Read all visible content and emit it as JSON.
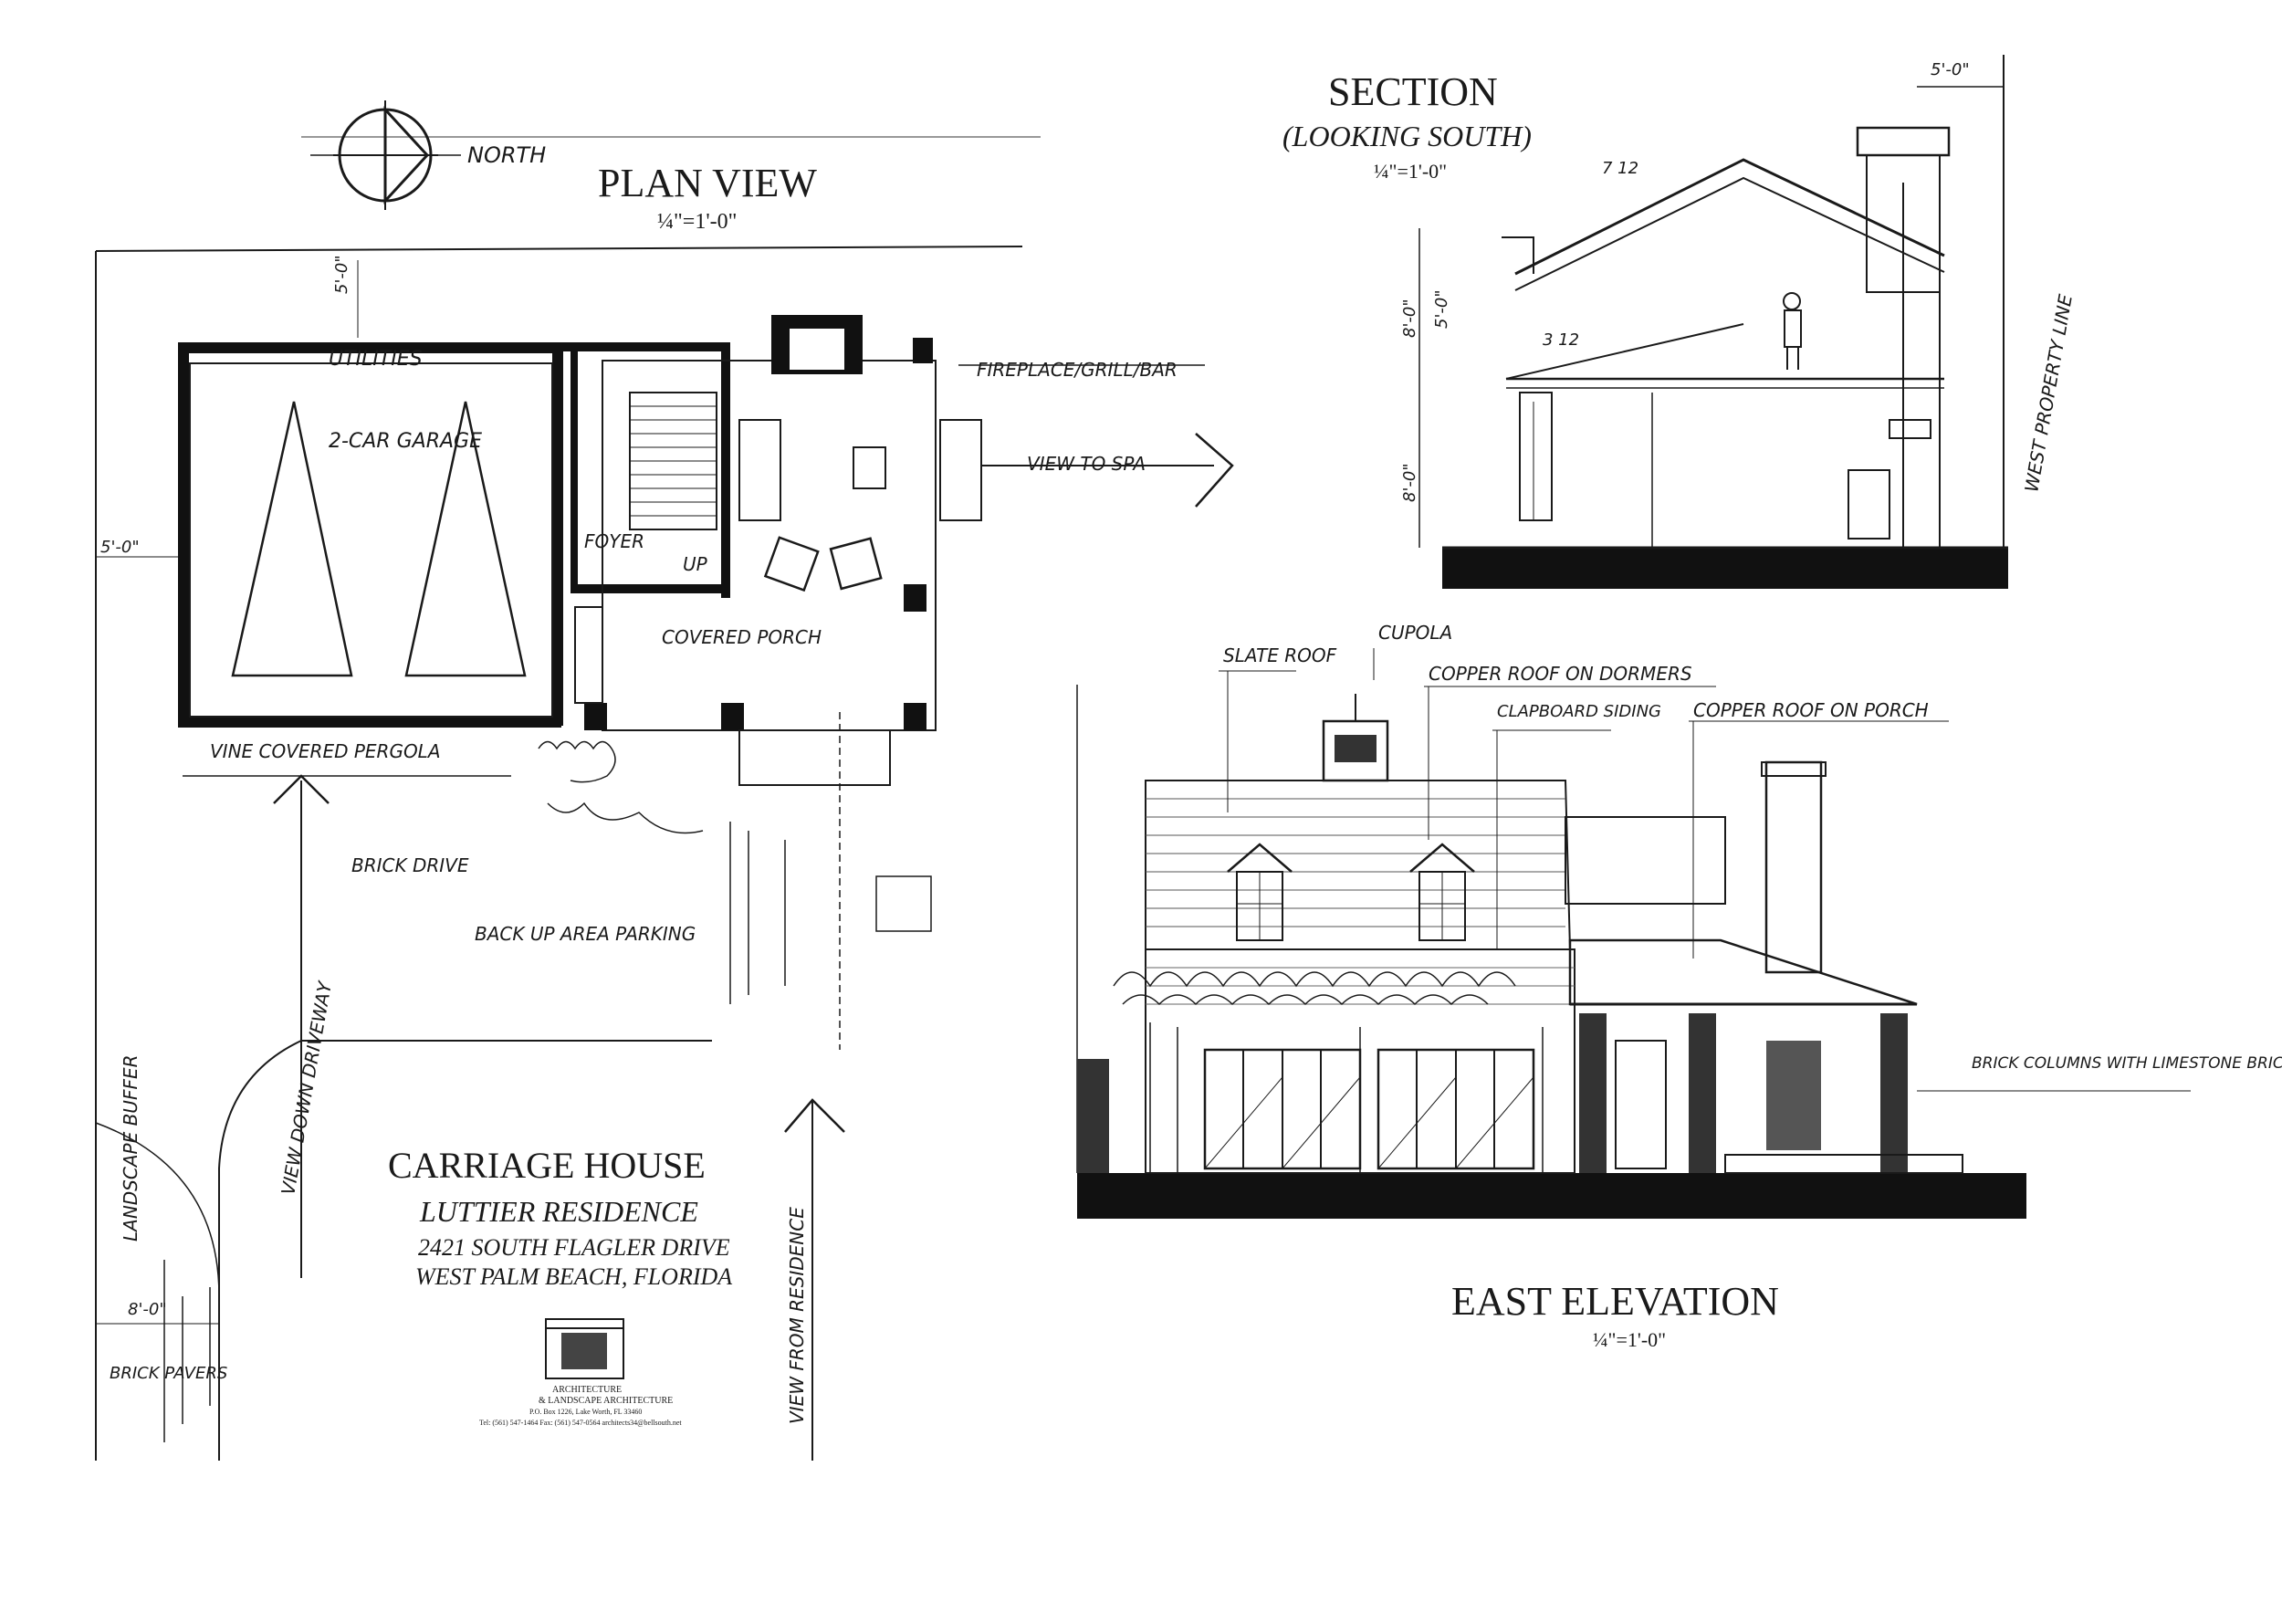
{
  "plan": {
    "title": "PLAN VIEW",
    "scale": "¼\"=1'-0\"",
    "north": "NORTH",
    "labels": {
      "utilities": "UTILITIES",
      "garage": "2-CAR GARAGE",
      "foyer": "FOYER",
      "up": "UP",
      "covered_porch": "COVERED PORCH",
      "fireplace": "FIREPLACE/GRILL/BAR",
      "view_to_spa": "VIEW TO SPA",
      "vine_pergola": "VINE COVERED PERGOLA",
      "brick_drive": "BRICK DRIVE",
      "backup_area": "BACK UP AREA PARKING",
      "landscape_buffer": "LANDSCAPE BUFFER",
      "view_down_driveway": "VIEW DOWN DRIVEWAY",
      "view_from_residence": "VIEW FROM RESIDENCE",
      "brick_pavers": "BRICK PAVERS",
      "dim_top": "5'-0\"",
      "dim_left": "5'-0\"",
      "dim_bottom": "8'-0\""
    }
  },
  "section": {
    "title": "SECTION",
    "subtitle": "(LOOKING SOUTH)",
    "scale": "¼\"=1'-0\"",
    "dim_top": "5'-0\"",
    "pitch_main": "7 12",
    "pitch_lower": "3 12",
    "dim_a": "8'-0\"",
    "dim_b": "5'-0\"",
    "dim_c": "8'-0\"",
    "property_line": "WEST PROPERTY LINE"
  },
  "elevation": {
    "title": "EAST ELEVATION",
    "scale": "¼\"=1'-0\"",
    "labels": {
      "slate_roof": "SLATE ROOF",
      "cupola": "CUPOLA",
      "copper_dormers": "COPPER ROOF ON DORMERS",
      "clapboard": "CLAPBOARD SIDING",
      "copper_porch": "COPPER ROOF ON PORCH",
      "brick_columns": "BRICK COLUMNS WITH LIMESTONE BRICK CAPS & BASES"
    }
  },
  "title_block": {
    "name": "CARRIAGE HOUSE",
    "residence": "LUTTIER RESIDENCE",
    "address1": "2421 SOUTH FLAGLER DRIVE",
    "address2": "WEST PALM BEACH, FLORIDA",
    "firm_line1": "ARCHITECTURE",
    "firm_line2": "& LANDSCAPE ARCHITECTURE",
    "firm_address": "P.O. Box 1226, Lake Worth, FL 33460",
    "firm_contact": "Tel: (561) 547-1464  Fax: (561) 547-0564  architects34@bellsouth.net"
  }
}
